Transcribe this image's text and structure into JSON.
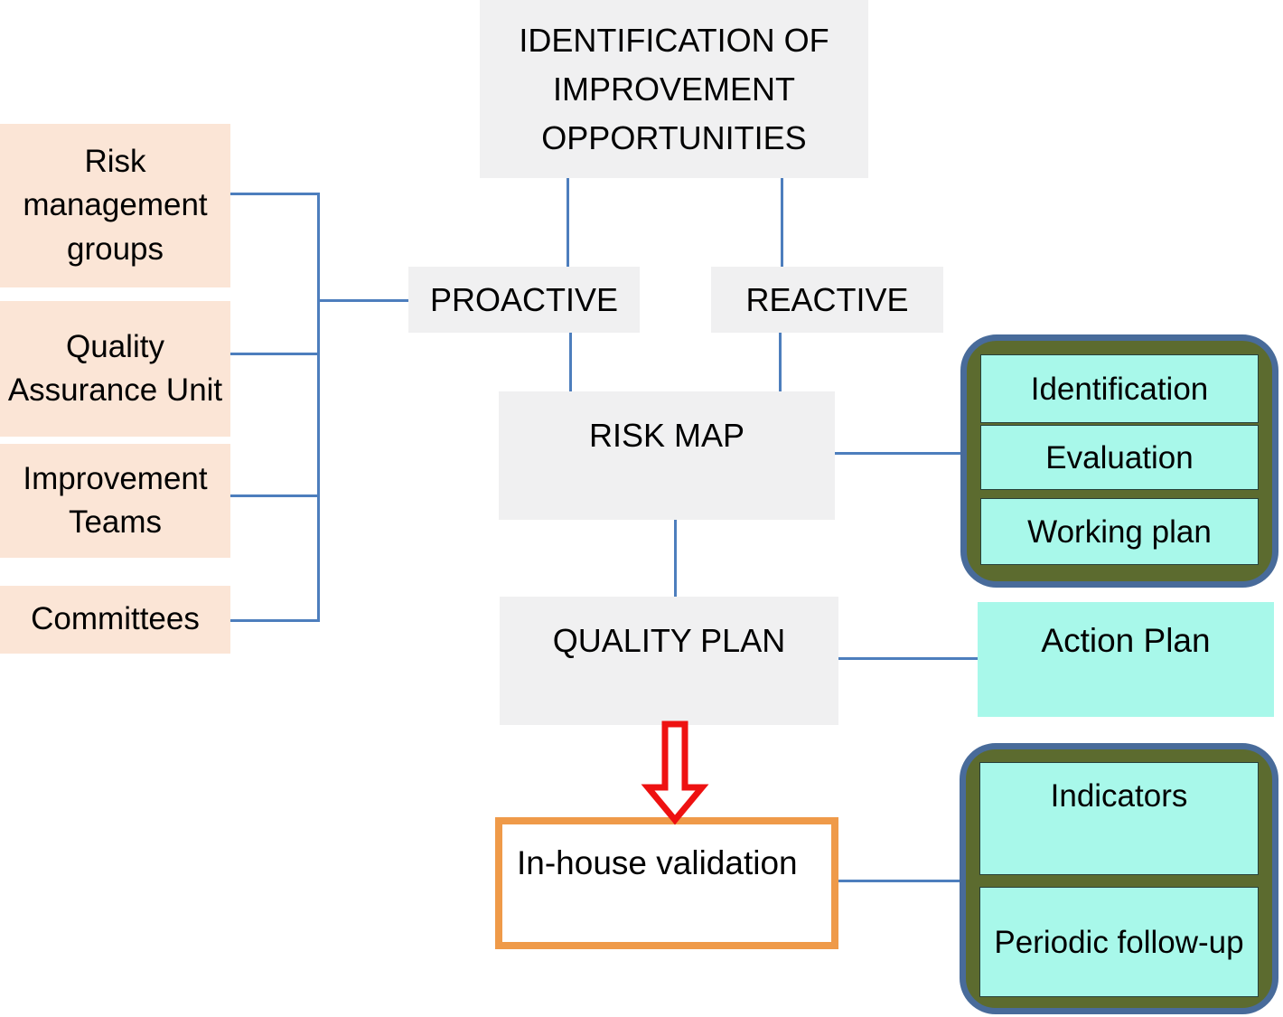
{
  "diagram": {
    "nodes": {
      "identification_opportunities": "IDENTIFICATION OF IMPROVEMENT OPPORTUNITIES",
      "proactive": "PROACTIVE",
      "reactive": "REACTIVE",
      "risk_map": "RISK MAP",
      "quality_plan": "QUALITY PLAN",
      "action_plan": "Action Plan",
      "in_house_validation": "In-house validation"
    },
    "sources": [
      "Risk management groups",
      "Quality Assurance Unit",
      "Improvement Teams",
      "Committees"
    ],
    "risk_map_steps": [
      "Identification",
      "Evaluation",
      "Working plan"
    ],
    "followup_steps": [
      "Indicators",
      "Periodic follow-up"
    ],
    "colors": {
      "node_gray": "#f0f0f1",
      "source_peach": "#fbe5d6",
      "step_cyan": "#a8f8ea",
      "panel_olive": "#5c6b2f",
      "panel_border_blue": "#486b9a",
      "connector_blue": "#4d7ebd",
      "validation_border_orange": "#ef9a49",
      "arrow_red": "#ee1111"
    }
  }
}
